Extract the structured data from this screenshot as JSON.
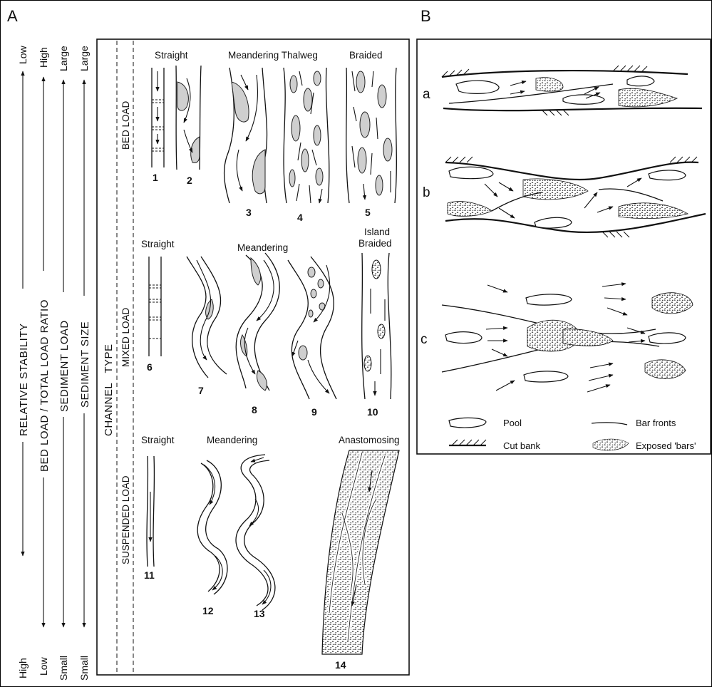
{
  "panels": {
    "a_label": "A",
    "b_label": "B"
  },
  "axes": [
    {
      "title": "RELATIVE STABILITY",
      "top": "Low",
      "bottom": "High"
    },
    {
      "title": "BED LOAD / TOTAL LOAD RATIO",
      "top": "High",
      "bottom": "Low"
    },
    {
      "title": "SEDIMENT LOAD",
      "top": "Large",
      "bottom": "Small"
    },
    {
      "title": "SEDIMENT SIZE",
      "top": "Large",
      "bottom": "Small"
    }
  ],
  "channel_type_label": "CHANNEL   TYPE",
  "load_types": {
    "bed": "BED LOAD",
    "mixed": "MIXED LOAD",
    "suspended": "SUSPENDED LOAD"
  },
  "row1": {
    "straight": "Straight",
    "meandering_thalweg": "Meandering Thalweg",
    "braided": "Braided"
  },
  "row2": {
    "straight": "Straight",
    "meandering": "Meandering",
    "island_braided_1": "Island",
    "island_braided_2": "Braided"
  },
  "row3": {
    "straight": "Straight",
    "meandering": "Meandering",
    "anastomosing": "Anastomosing"
  },
  "numbers": [
    "1",
    "2",
    "3",
    "4",
    "5",
    "6",
    "7",
    "8",
    "9",
    "10",
    "11",
    "12",
    "13",
    "14"
  ],
  "panel_b": {
    "sub_a": "a",
    "sub_b": "b",
    "sub_c": "c",
    "legend": {
      "pool": "Pool",
      "bar_fronts": "Bar fronts",
      "cut_bank": "Cut bank",
      "exposed_bars": "Exposed 'bars'"
    }
  }
}
